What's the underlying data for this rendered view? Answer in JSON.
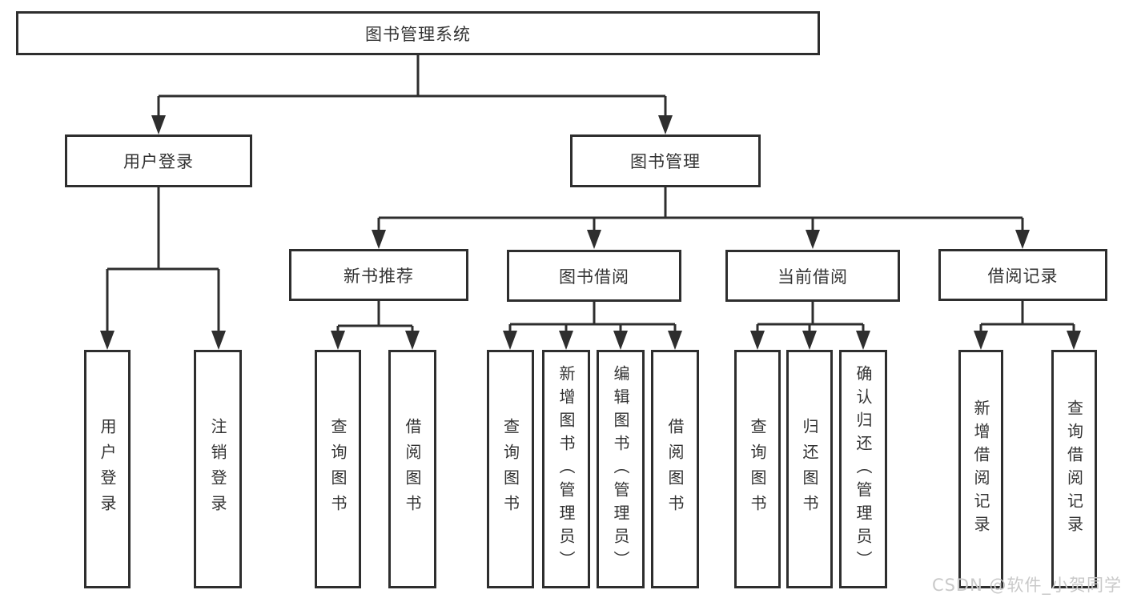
{
  "diagram": {
    "root": {
      "label": "图书管理系统"
    },
    "level2": [
      {
        "label": "用户登录"
      },
      {
        "label": "图书管理"
      }
    ],
    "level3": [
      {
        "label": "新书推荐"
      },
      {
        "label": "图书借阅"
      },
      {
        "label": "当前借阅"
      },
      {
        "label": "借阅记录"
      }
    ],
    "leaves": {
      "user_login": [
        "用户登录",
        "注销登录"
      ],
      "new_book": [
        "查询图书",
        "借阅图书"
      ],
      "book_borrow": [
        "查询图书",
        "新增图书（管理员）",
        "编辑图书（管理员）",
        "借阅图书"
      ],
      "current_borrow": [
        "查询图书",
        "归还图书",
        "确认归还（管理员）"
      ],
      "borrow_record": [
        "新增借阅记录",
        "查询借阅记录"
      ]
    }
  },
  "watermark": "CSDN @软件_小贺同学",
  "colors": {
    "line": "#2e2e2e",
    "text": "#333333",
    "watermark": "#c9c9c9",
    "background": "#ffffff"
  }
}
